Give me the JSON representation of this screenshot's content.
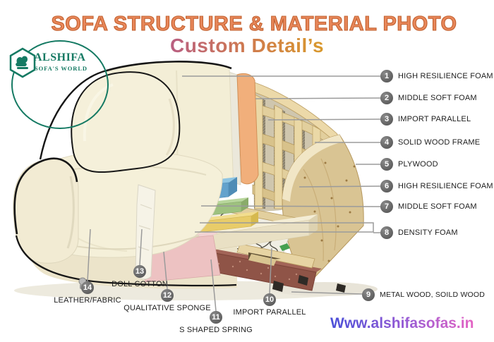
{
  "header": {
    "title": "SOFA STRUCTURE & MATERIAL PHOTO",
    "subtitle": "Custom Detail’s"
  },
  "logo": {
    "name": "ALSHIFA",
    "tagline": "SOFA'S WORLD"
  },
  "footer": {
    "website": "Www.alshifasofas.in"
  },
  "colors": {
    "title_orange": "#e8875a",
    "title_outline": "#c2612f",
    "subtitle_gradient_start": "#b95f82",
    "subtitle_gradient_end": "#d9992c",
    "logo_green": "#157a63",
    "website_gradient_start": "#4a4fd8",
    "website_gradient_end": "#e464c4",
    "callout_circle": "#5d5d5d",
    "leader_line": "#9b9b9b",
    "leather_cream": "#f3eed6",
    "foam_blue": "#63a2cc",
    "foam_green": "#9ec17f",
    "foam_yellow": "#e8cc69",
    "sponge_pink": "#edc2c2",
    "wood_light": "#e2cf9d",
    "wood_dark": "#8f5447"
  },
  "callouts": [
    {
      "num": "1",
      "label": "HIGH RESILIENCE FOAM"
    },
    {
      "num": "2",
      "label": "MIDDLE SOFT FOAM"
    },
    {
      "num": "3",
      "label": "IMPORT PARALLEL"
    },
    {
      "num": "4",
      "label": "SOLID WOOD FRAME"
    },
    {
      "num": "5",
      "label": "PLYWOOD"
    },
    {
      "num": "6",
      "label": "HIGH RESILIENCE FOAM"
    },
    {
      "num": "7",
      "label": "MIDDLE SOFT FOAM"
    },
    {
      "num": "8",
      "label": "DENSITY FOAM"
    },
    {
      "num": "9",
      "label": "METAL WOOD, SOILD WOOD"
    },
    {
      "num": "10",
      "label": "IMPORT PARALLEL"
    },
    {
      "num": "11",
      "label": "S SHAPED SPRING"
    },
    {
      "num": "12",
      "label": "QUALITATIVE SPONGE"
    },
    {
      "num": "13",
      "label": "DOLL COTTON"
    },
    {
      "num": "14",
      "label": "LEATHER/FABRIC"
    }
  ]
}
